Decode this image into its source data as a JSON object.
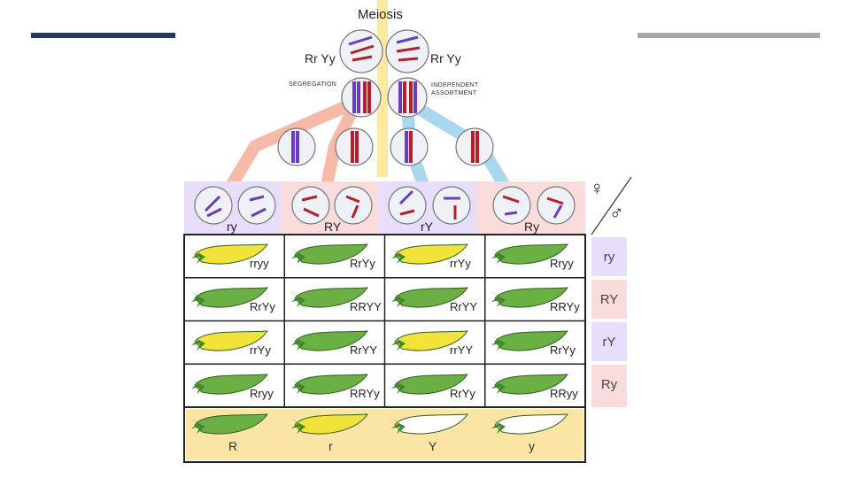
{
  "title": "Meiosis",
  "parents": {
    "left": "Rr Yy",
    "right": "Rr Yy"
  },
  "processes": {
    "left": "SEGREGATION",
    "right": "INDEPENDENT ASSORTMENT"
  },
  "symbols": {
    "female": "♀",
    "male": "♂"
  },
  "chromosome_letters": {
    "r": "r",
    "R": "R",
    "y": "y",
    "Y": "Y"
  },
  "gametes_top": [
    "ry",
    "RY",
    "rY",
    "Ry"
  ],
  "gametes_side": [
    "ry",
    "RY",
    "rY",
    "Ry"
  ],
  "grid": [
    [
      {
        "genotype": "rryy",
        "color": "yellow"
      },
      {
        "genotype": "RrYy",
        "color": "green"
      },
      {
        "genotype": "rrYy",
        "color": "yellow"
      },
      {
        "genotype": "Rryy",
        "color": "green"
      }
    ],
    [
      {
        "genotype": "RrYy",
        "color": "green"
      },
      {
        "genotype": "RRYY",
        "color": "green"
      },
      {
        "genotype": "RrYY",
        "color": "green"
      },
      {
        "genotype": "RRYy",
        "color": "green"
      }
    ],
    [
      {
        "genotype": "rrYy",
        "color": "yellow"
      },
      {
        "genotype": "RrYY",
        "color": "green"
      },
      {
        "genotype": "rrYY",
        "color": "yellow"
      },
      {
        "genotype": "RrYy",
        "color": "green"
      }
    ],
    [
      {
        "genotype": "Rryy",
        "color": "green"
      },
      {
        "genotype": "RRYy",
        "color": "green"
      },
      {
        "genotype": "RrYy",
        "color": "green"
      },
      {
        "genotype": "RRyy",
        "color": "green"
      }
    ]
  ],
  "legend": [
    {
      "label": "R",
      "color": "green"
    },
    {
      "label": "r",
      "color": "yellow"
    },
    {
      "label": "Y",
      "color": "white"
    },
    {
      "label": "y",
      "color": "white"
    }
  ],
  "colors": {
    "green": "#6bb044",
    "yellow": "#f2e33a",
    "white": "#ffffff",
    "red_chrom": "#b3202a",
    "purple_chrom": "#6a3bc4",
    "purple_bg": "#e6defa",
    "pink_bg": "#fadcdc",
    "legend_bg": "#fbe5a5",
    "yellow_track": "#fbeaa0",
    "pink_track": "#f7b9a8",
    "blue_track": "#a9d8ee"
  }
}
